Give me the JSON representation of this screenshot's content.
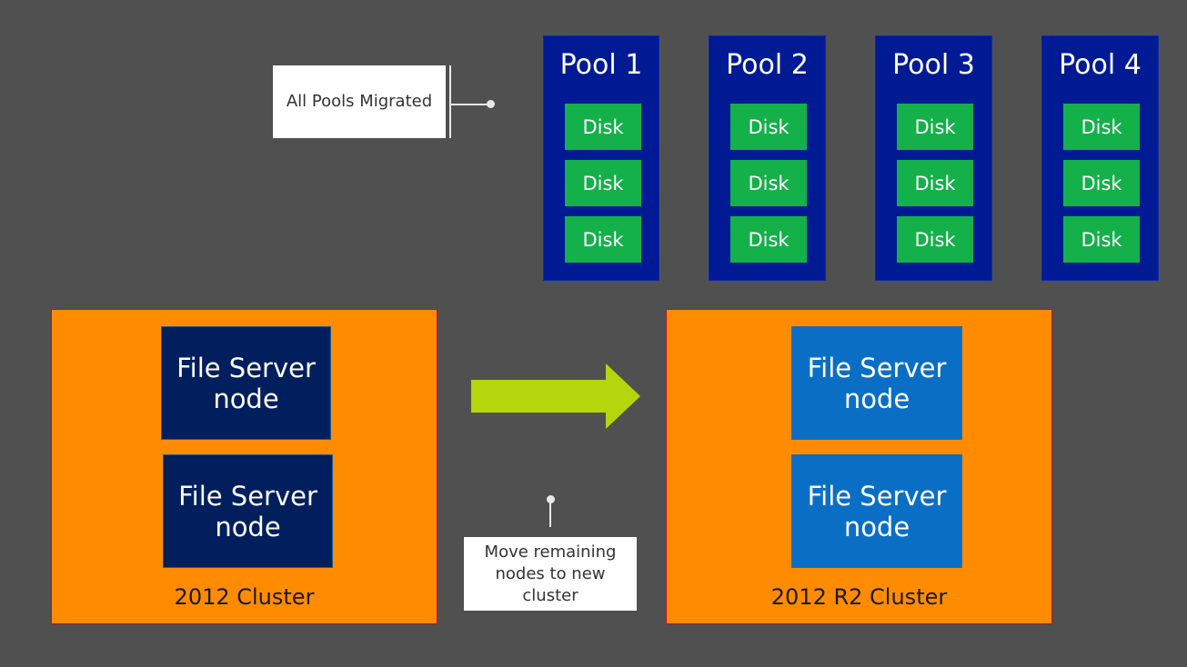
{
  "callouts": {
    "top": "All Pools Migrated",
    "bottom": "Move remaining nodes to new cluster"
  },
  "pools": [
    {
      "title": "Pool 1",
      "disks": [
        "Disk",
        "Disk",
        "Disk"
      ]
    },
    {
      "title": "Pool 2",
      "disks": [
        "Disk",
        "Disk",
        "Disk"
      ]
    },
    {
      "title": "Pool 3",
      "disks": [
        "Disk",
        "Disk",
        "Disk"
      ]
    },
    {
      "title": "Pool 4",
      "disks": [
        "Disk",
        "Disk",
        "Disk"
      ]
    }
  ],
  "clusters": {
    "old": {
      "label": "2012 Cluster",
      "nodes": [
        "File Server node",
        "File Server node"
      ]
    },
    "new": {
      "label": "2012 R2 Cluster",
      "nodes": [
        "File Server node",
        "File Server node"
      ]
    }
  },
  "colors": {
    "background": "#505050",
    "pool": "#001a94",
    "disk": "#14b04a",
    "cluster": "#ff8c00",
    "old_node": "#001f5c",
    "new_node": "#0a6fc4",
    "arrow": "#b5d50c"
  },
  "icons": {
    "arrow": "right-arrow-icon"
  }
}
